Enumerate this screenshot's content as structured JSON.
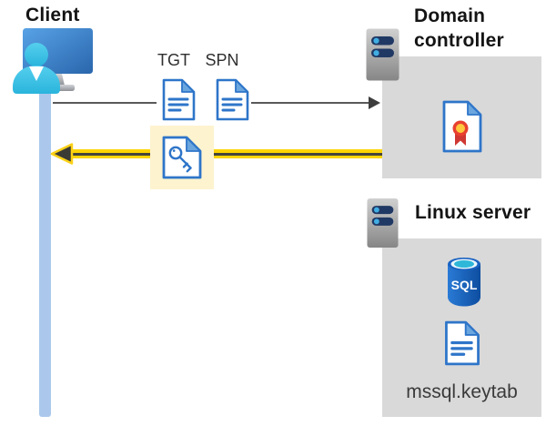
{
  "client": {
    "label": "Client"
  },
  "tickets": {
    "tgt_label": "TGT",
    "spn_label": "SPN"
  },
  "domain_controller": {
    "label": "Domain controller"
  },
  "linux_server": {
    "label": "Linux server",
    "database_label": "SQL",
    "keytab_file": "mssql.keytab"
  },
  "icons": {
    "client": "user-at-monitor-icon",
    "tgt": "document-icon",
    "spn": "document-icon",
    "service_ticket": "key-document-icon",
    "domain_controller": "server-icon",
    "certificate": "certificate-icon",
    "linux_server": "server-icon",
    "database": "sql-database-icon",
    "keytab": "document-icon"
  },
  "colors": {
    "doc_blue": "#2e75c9",
    "fold_blue": "#6aa5de",
    "panel_gray": "#d9d9d9",
    "client_bar_blue": "#abc8ec",
    "arrow_gray": "#595959",
    "highlight_yellow": "#ffd401",
    "highlight_box_fill": "#fdf3cf",
    "person_cyan": "#3fc6e8",
    "server_bar_navy": "#203864",
    "server_dot_blue": "#41aee3",
    "sql_body_blue": "#1a63c2",
    "sql_top_cyan": "#2eb7d8",
    "ribbon_red": "#e8402f",
    "ribbon_yellow": "#ffc83d"
  }
}
